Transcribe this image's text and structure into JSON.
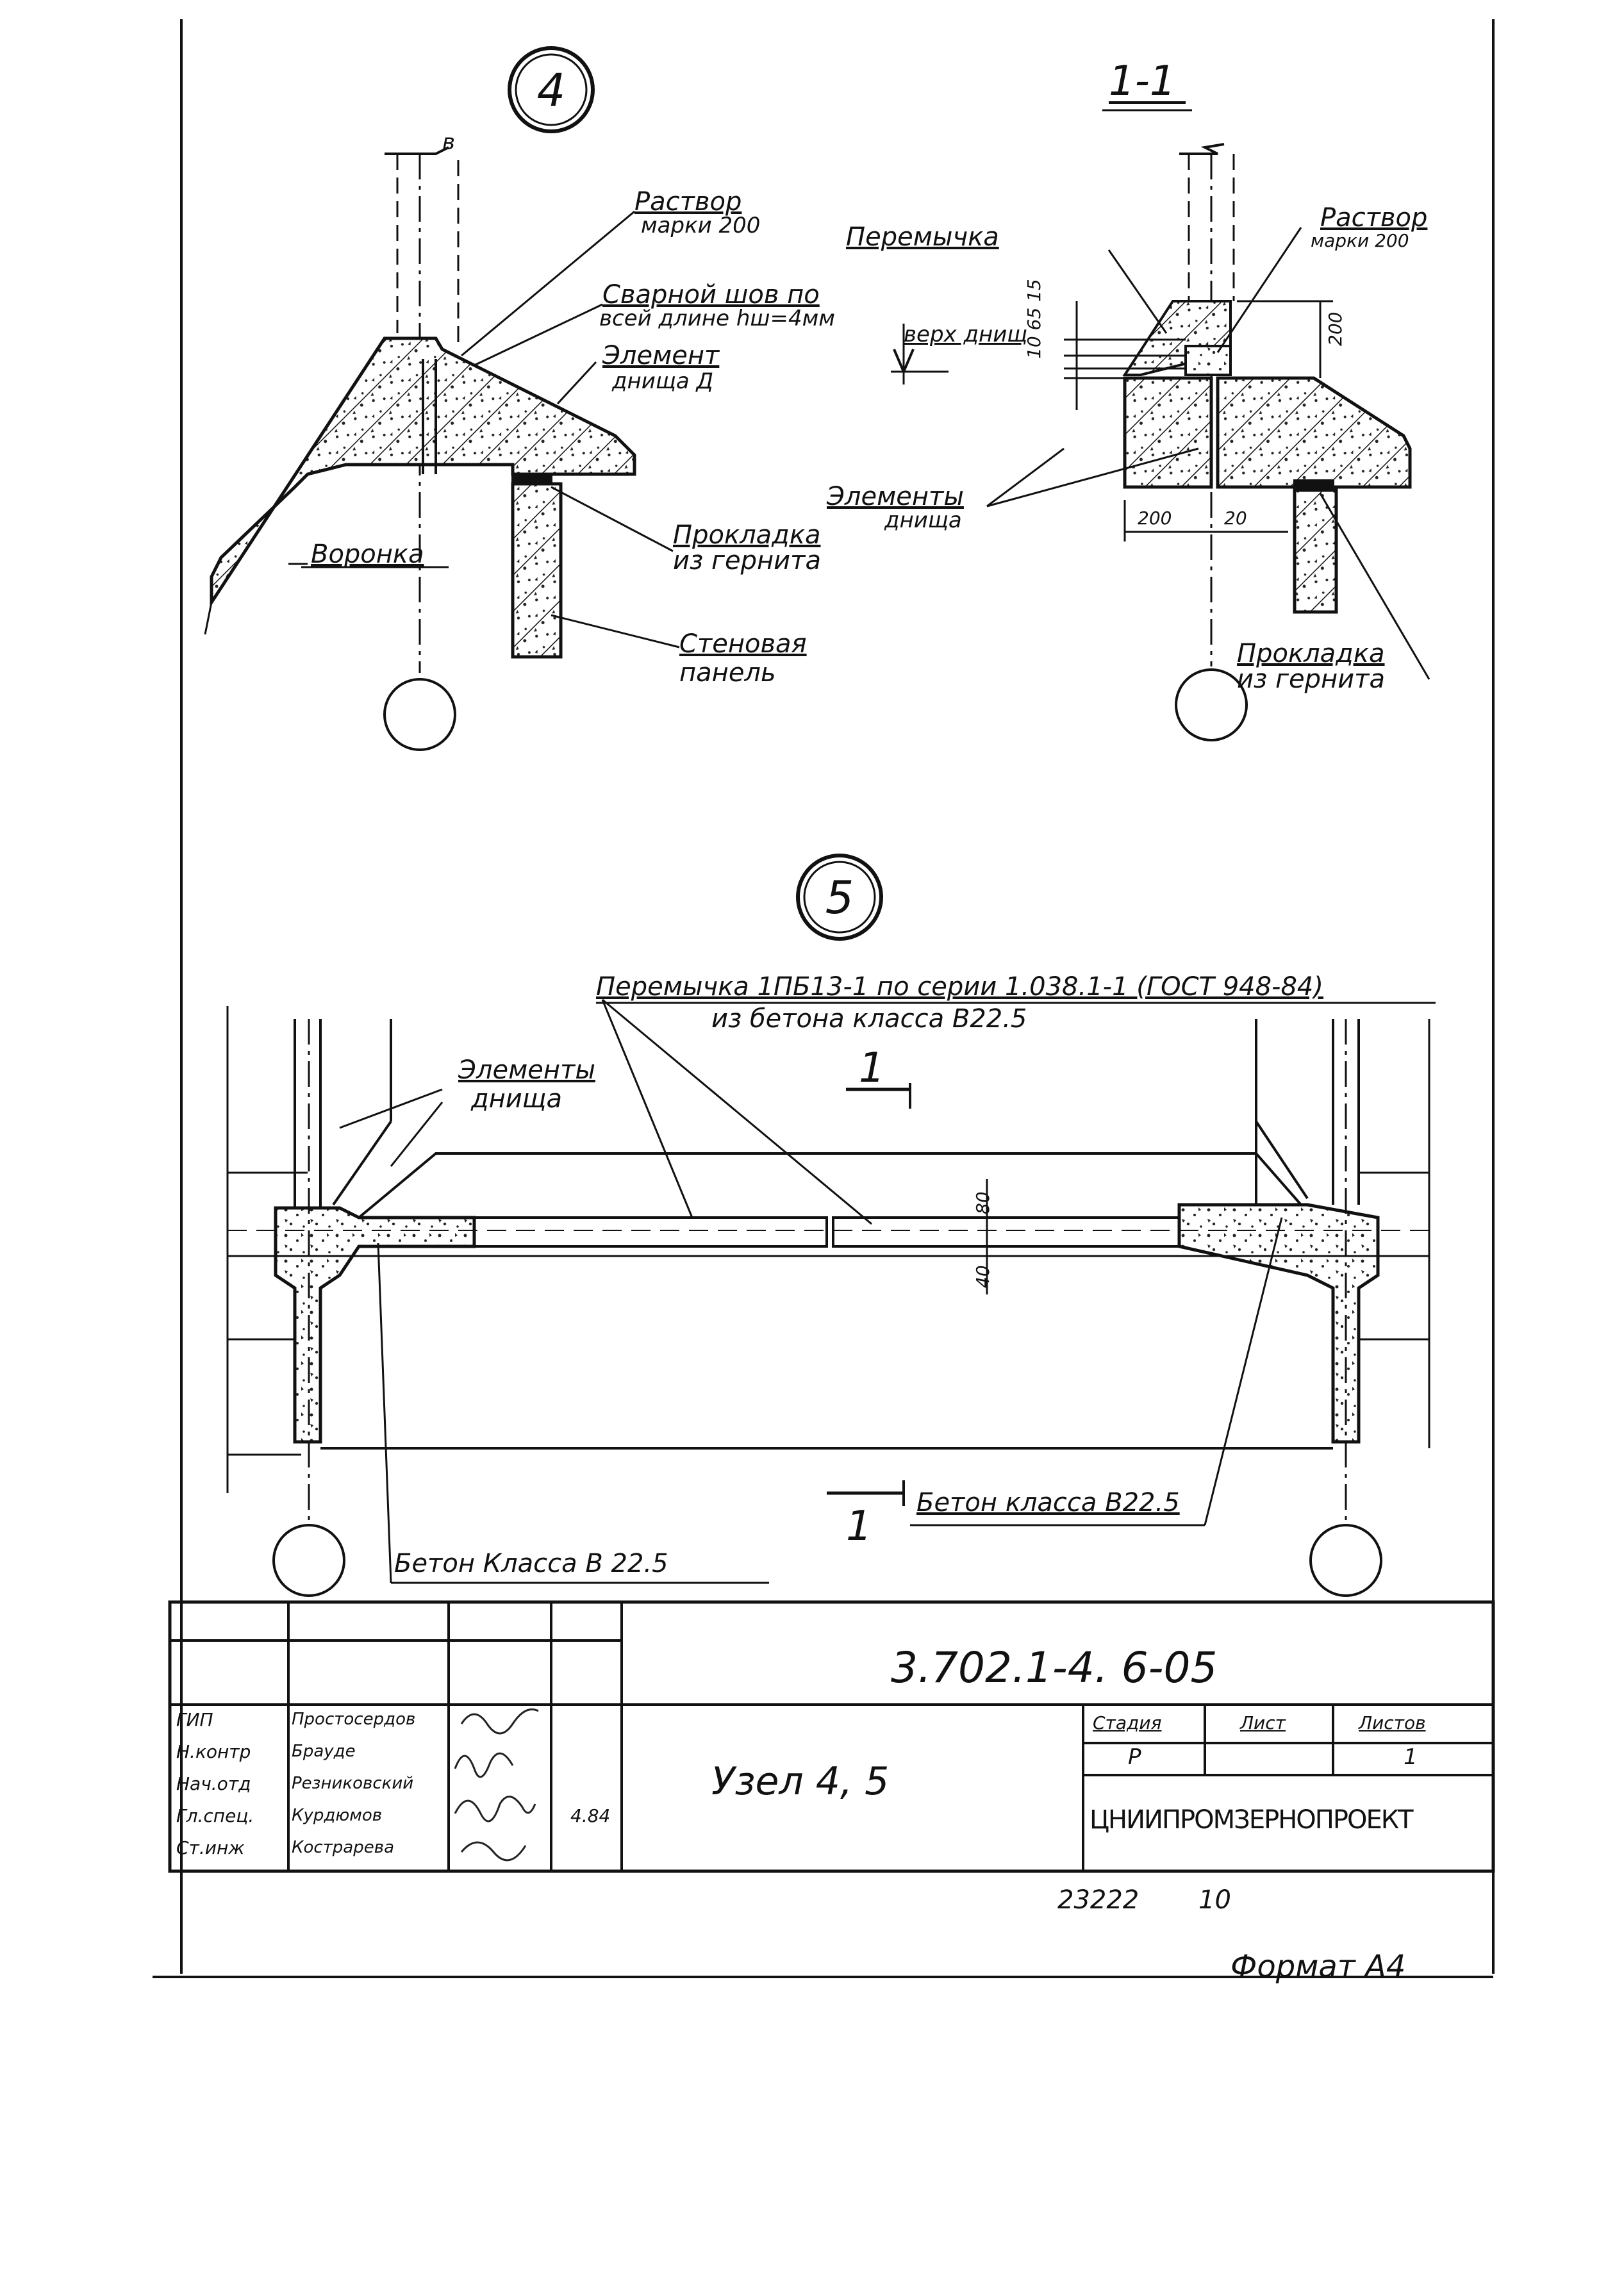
{
  "detail4": {
    "id": "4",
    "labels": {
      "mortar": "Раствор",
      "mortar_grade": "марки 200",
      "weld": "Сварной шов по",
      "weld2": "всей длине hш=4мм",
      "element": "Элемент",
      "element2": "днища Д",
      "gasket": "Прокладка",
      "gasket2": "из гернита",
      "funnel": "Воронка",
      "wall": "Стеновая",
      "wall2": "панель",
      "b": "в"
    }
  },
  "section11": {
    "id": "1-1",
    "labels": {
      "lintel": "Перемычка",
      "mortar": "Раствор",
      "mortar_grade": "марки 200",
      "bottom_top": "верх днищ",
      "dims_vertical": "10 65 15",
      "dim_200_v": "200",
      "dim_200": "200",
      "dim_20": "20",
      "elements": "Элементы",
      "elements2": "днища",
      "gasket": "Прокладка",
      "gasket2": "из гернита"
    }
  },
  "detail5": {
    "id": "5",
    "labels": {
      "lintel": "Перемычка 1ПБ13-1   по серии 1.038.1-1 (ГОСТ 948-84)",
      "lintel2": "из бетона класса В22.5",
      "elements": "Элементы",
      "elements2": "днища",
      "cut_top": "1",
      "cut_bottom": "1",
      "dim_80": "80",
      "dim_40": "40",
      "concrete_right": "Бетон класса В22.5",
      "concrete_left": "Бетон  Класса В 22.5"
    }
  },
  "title_block": {
    "code": "3.702.1-4. 6-05",
    "title": "Узел  4, 5",
    "stage_hdr": "Стадия",
    "sheet_hdr": "Лист",
    "sheets_hdr": "Листов",
    "stage": "Р",
    "sheet": "",
    "sheets": "1",
    "org": "ЦНИИПРОМЗЕРНОПРОЕКТ",
    "roles": [
      "ГИП",
      "Н.контр",
      "Нач.отд",
      "Гл.спец.",
      "Ст.инж"
    ],
    "names": [
      "Простосердов",
      "Брауде",
      "Резниковский",
      "Курдюмов",
      "Кострарева"
    ],
    "date": "4.84"
  },
  "footer": {
    "number": "23222",
    "number2": "10",
    "format": "Формат А4"
  }
}
